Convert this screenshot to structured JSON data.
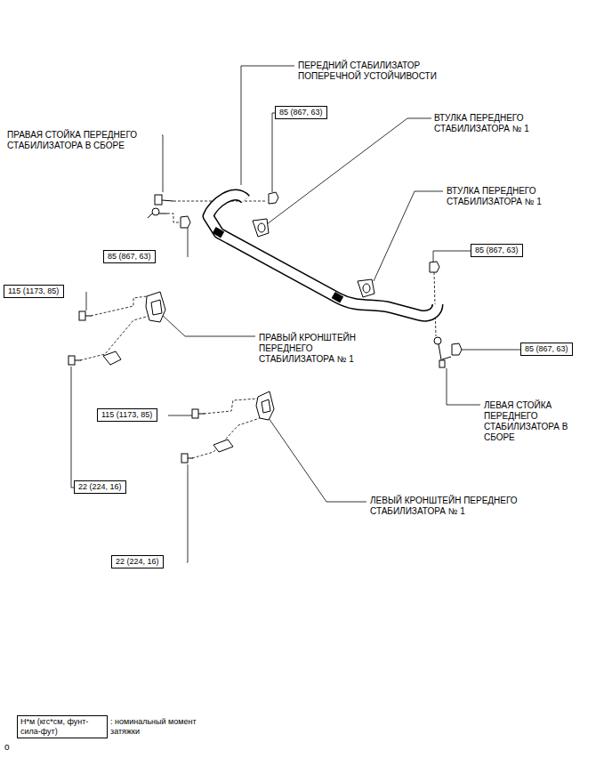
{
  "diagram": {
    "nodes": [
      {
        "text": [
          "85 (867, 63)"
        ]
      },
      {
        "text": [
          "85 (867, 63)"
        ]
      },
      {
        "text": [
          "85 (867, 63)"
        ]
      },
      {
        "text": [
          "115 (1173, 85)"
        ]
      },
      {
        "text": [
          "85 (867, 63)"
        ]
      },
      {
        "text": [
          "115 (1173, 85)"
        ]
      },
      {
        "text": [
          "22 (224, 16)"
        ]
      },
      {
        "text": [
          "22 (224, 16)"
        ]
      },
      {
        "text": [
          "Н*м (кгс*см, фунт-сила-фут)",
          ": номинальный момент затяжки"
        ]
      }
    ],
    "labels": [
      "ПЕРЕДНИЙ СТАБИЛИЗАТОР ПОПЕРЕЧНОЙ УСТОЙЧИВОСТИ",
      "ВТУЛКА ПЕРЕДНЕГО СТАБИЛИЗАТОРА № 1",
      "ПРАВАЯ СТОЙКА ПЕРЕДНЕГО СТАБИЛИЗАТОРА В СБОРЕ",
      "ВТУЛКА ПЕРЕДНЕГО СТАБИЛИЗАТОРА № 1",
      "ПРАВЫЙ КРОНШТЕЙН ПЕРЕДНЕГО СТАБИЛИЗАТОРА № 1",
      "ЛЕВАЯ СТОЙКА ПЕРЕДНЕГО СТАБИЛИЗАТОРА В СБОРЕ",
      "ЛЕВЫЙ КРОНШТЕЙН ПЕРЕДНЕГО СТАБИЛИЗАТОРА № 1",
      "о"
    ]
  }
}
